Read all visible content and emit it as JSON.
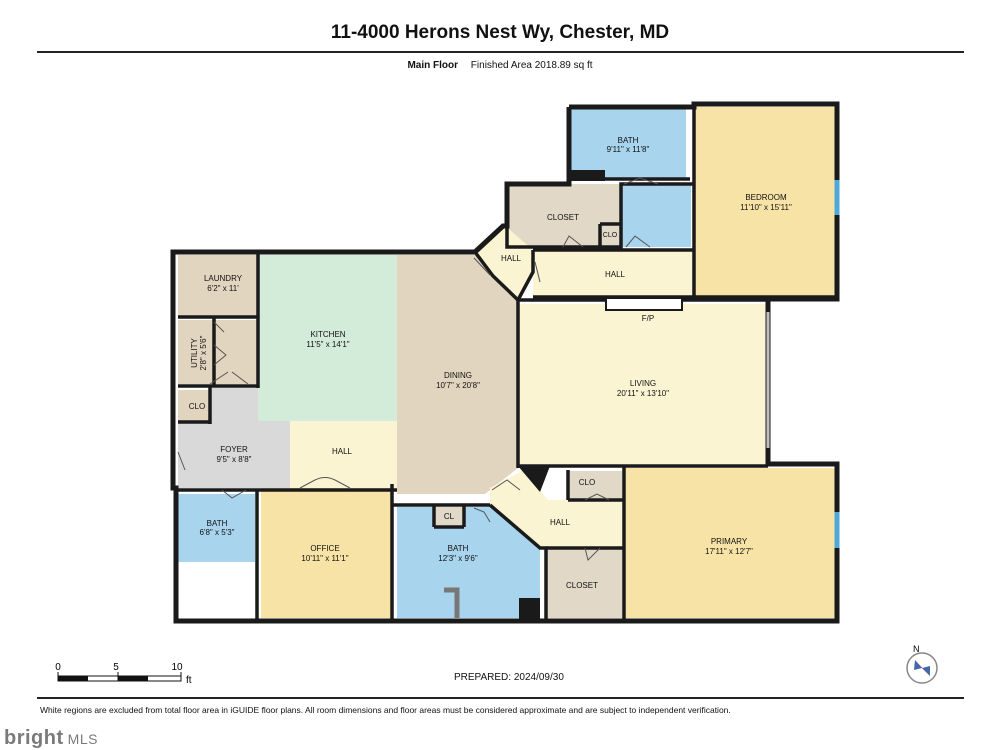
{
  "header": {
    "address": "11-4000 Herons Nest Wy, Chester, MD",
    "floor": "Main Floor",
    "finished_area": "Finished Area 2018.89 sq ft"
  },
  "rooms": {
    "bath_top": {
      "name": "BATH",
      "dims": "9'11\" x 11'8\""
    },
    "bedroom": {
      "name": "BEDROOM",
      "dims": "11'10\" x 15'11\""
    },
    "closet_top": {
      "name": "CLOSET"
    },
    "clo_small_top": {
      "name": "CLO"
    },
    "hall_diag": {
      "name": "HALL"
    },
    "hall_top": {
      "name": "HALL"
    },
    "laundry": {
      "name": "LAUNDRY",
      "dims": "6'2\" x 11'"
    },
    "kitchen": {
      "name": "KITCHEN",
      "dims": "11'5\" x 14'1\""
    },
    "dining": {
      "name": "DINING",
      "dims": "10'7\" x 20'8\""
    },
    "fireplace": {
      "name": "F/P"
    },
    "living": {
      "name": "LIVING",
      "dims": "20'11\" x 13'10\""
    },
    "utility": {
      "name": "UTILITY",
      "dims": "2'8\" x 5'6\""
    },
    "clo_left": {
      "name": "CLO"
    },
    "foyer": {
      "name": "FOYER",
      "dims": "9'5\" x 8'8\""
    },
    "hall_mid": {
      "name": "HALL"
    },
    "bath_left": {
      "name": "BATH",
      "dims": "6'8\" x 5'3\""
    },
    "office": {
      "name": "OFFICE",
      "dims": "10'11\" x 11'1\""
    },
    "cl": {
      "name": "CL"
    },
    "bath_center": {
      "name": "BATH",
      "dims": "12'3\" x 9'6\""
    },
    "clo_mid": {
      "name": "CLO"
    },
    "hall_lower": {
      "name": "HALL"
    },
    "closet_lower": {
      "name": "CLOSET"
    },
    "primary": {
      "name": "PRIMARY",
      "dims": "17'11\" x 12'7\""
    }
  },
  "scale": {
    "tick0": "0",
    "tick5": "5",
    "tick10": "10",
    "unit": "ft"
  },
  "compass": {
    "north": "N"
  },
  "prepared": "PREPARED: 2024/09/30",
  "disclaimer": "White regions are excluded from total floor area in iGUIDE floor plans. All room dimensions and floor areas must be considered approximate and are subject to independent verification.",
  "watermark": {
    "brand": "bright",
    "suffix": "MLS"
  },
  "colors": {
    "bath": "#a9d4ee",
    "bedroom": "#f8e3a6",
    "living": "#fbf4d2",
    "kitchen": "#d3ecd9",
    "dining": "#e2d5bf",
    "closet": "#e2d8c8",
    "foyer": "#d9d9d9",
    "wall": "#1a1a1a",
    "window": "#4fa8d8"
  }
}
